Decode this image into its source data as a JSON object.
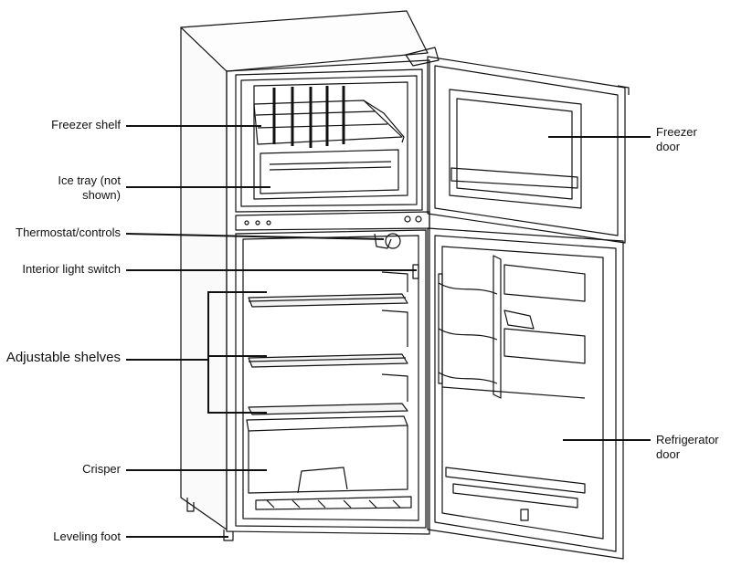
{
  "labels": {
    "freezer_shelf": "Freezer shelf",
    "ice_tray_line1": "Ice tray (not",
    "ice_tray_line2": "shown)",
    "thermostat": "Thermostat/controls",
    "light_switch": "Interior light switch",
    "adjustable_shelves": "Adjustable shelves",
    "crisper": "Crisper",
    "leveling_foot": "Leveling foot",
    "freezer_door_line1": "Freezer",
    "freezer_door_line2": "door",
    "fridge_door_line1": "Refrigerator",
    "fridge_door_line2": "door"
  },
  "colors": {
    "line": "#111111",
    "background": "#ffffff"
  }
}
